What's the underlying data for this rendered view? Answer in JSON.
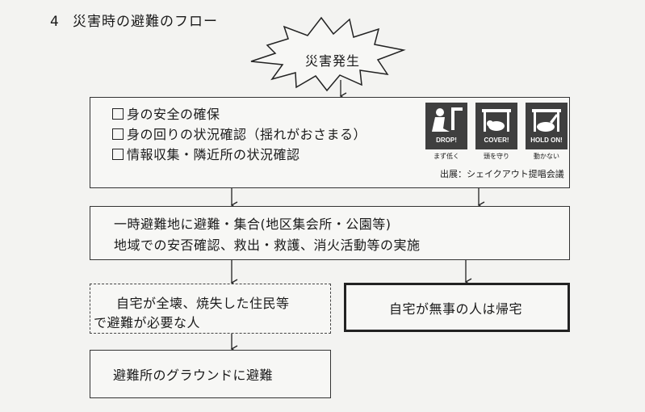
{
  "title": {
    "number": "4",
    "text": "災害時の避難のフロー"
  },
  "start": {
    "label": "災害発生"
  },
  "step1": {
    "items": [
      "身の安全の確保",
      "身の回りの状況確認（揺れがおさまる）",
      "情報収集・隣近所の状況確認"
    ],
    "pictograms": [
      {
        "caption": "DROP!",
        "sub": "まず低く",
        "icon": "drop-pictogram-icon"
      },
      {
        "caption": "COVER!",
        "sub": "頭を守り",
        "icon": "cover-pictogram-icon"
      },
      {
        "caption": "HOLD ON!",
        "sub": "動かない",
        "icon": "hold-on-pictogram-icon"
      }
    ],
    "credit": "出展：シェイクアウト提唱会議"
  },
  "step2": {
    "lines": [
      "一時避難地に避難・集合(地区集会所・公園等)",
      "地域での安否確認、救出・救護、消火活動等の実施"
    ]
  },
  "branch_left": {
    "lines": [
      "自宅が全壊、焼失した住民等",
      "で避難が必要な人"
    ]
  },
  "branch_right": {
    "label": "自宅が無事の人は帰宅"
  },
  "final": {
    "label": "避難所のグラウンドに避難"
  }
}
